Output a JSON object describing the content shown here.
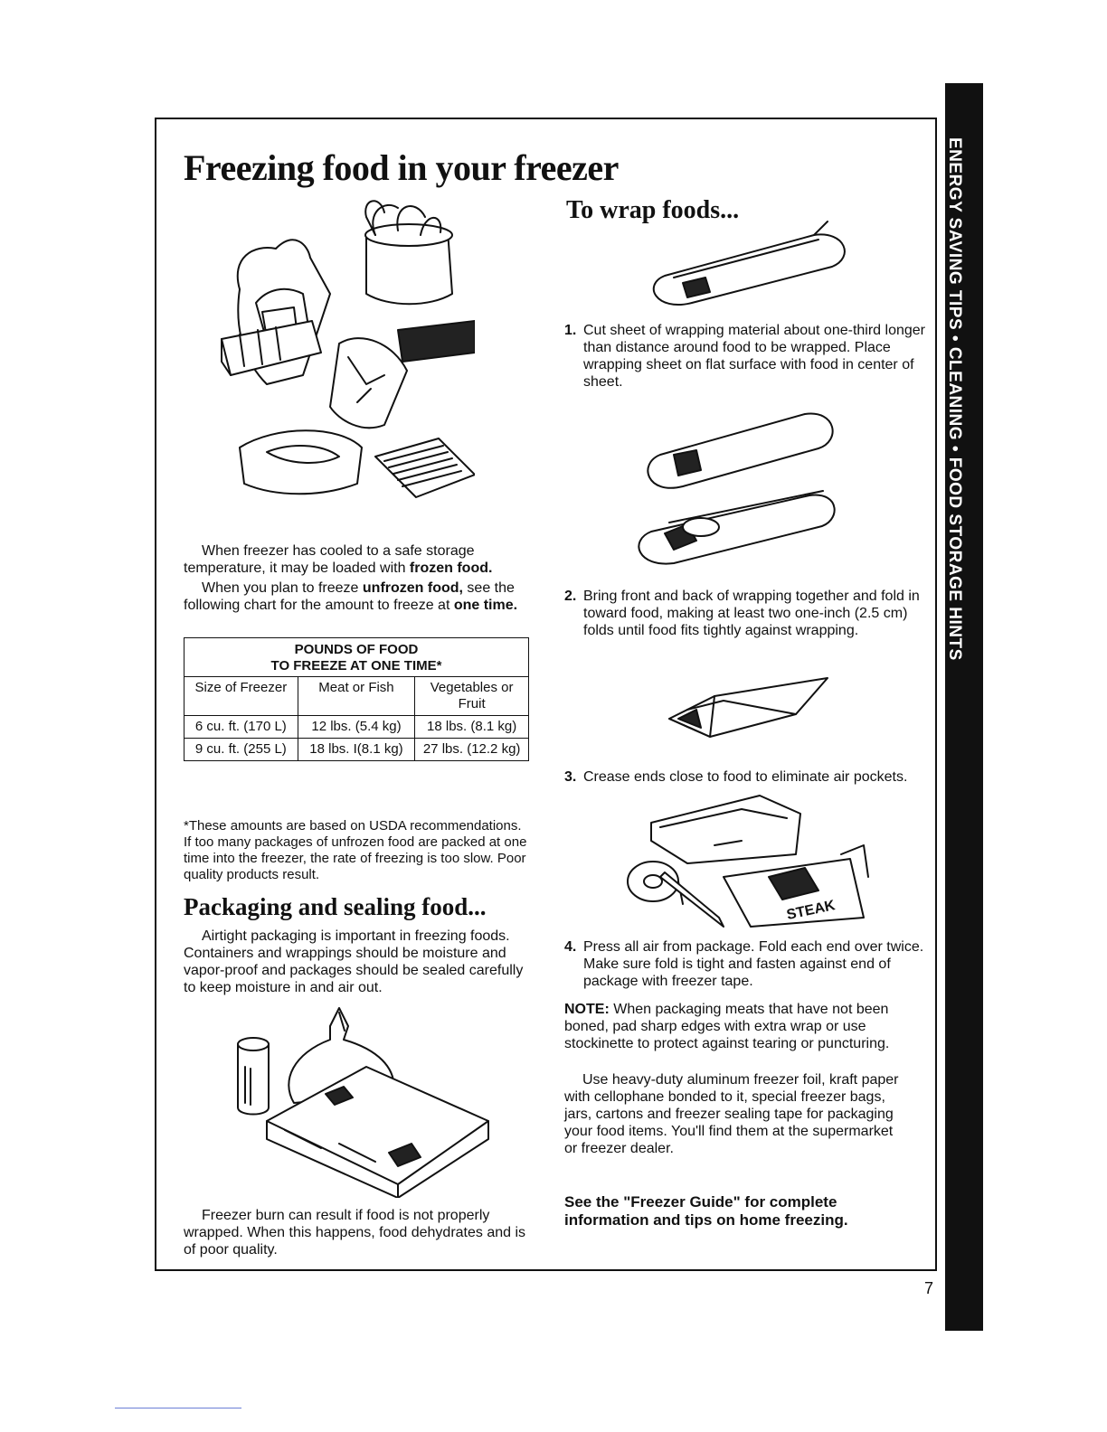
{
  "sidebar_label": "ENERGY SAVING TIPS • CLEANING • FOOD STORAGE HINTS",
  "title": "Freezing food in your freezer",
  "intro": {
    "p1_pre": "When freezer has cooled to a safe storage temperature, it may be loaded with ",
    "p1_bold": "frozen food.",
    "p2_pre": "When you plan to freeze ",
    "p2_bold": "unfrozen food,",
    "p2_mid": " see the following chart for the amount to freeze at ",
    "p2_bold2": "one time."
  },
  "table": {
    "title_line1": "POUNDS OF FOOD",
    "title_line2": "TO FREEZE AT ONE TIME*",
    "columns": [
      "Size of Freezer",
      "Meat or Fish",
      "Vegetables or Fruit"
    ],
    "rows": [
      [
        "6 cu. ft. (170 L)",
        "12 lbs. (5.4 kg)",
        "18 lbs. (8.1 kg)"
      ],
      [
        "9 cu. ft. (255 L)",
        "18 lbs. I(8.1 kg)",
        "27 lbs. (12.2 kg)"
      ]
    ]
  },
  "footnote": "*These amounts are based on USDA recommendations. If too many packages of unfrozen food are packed at one time into the freezer, the rate of freezing is too slow. Poor quality products result.",
  "packaging": {
    "heading": "Packaging and sealing food...",
    "text": "Airtight packaging is important in freezing foods. Containers and wrappings should be moisture and vapor-proof and packages should be sealed carefully to keep moisture in and air out.",
    "burn_text": "Freezer burn can result if food is not properly wrapped. When this happens, food dehydrates and is of poor quality."
  },
  "wrap": {
    "heading": "To wrap foods...",
    "steps": [
      {
        "num": "1.",
        "text": "Cut sheet of wrapping material about one-third longer than distance around food to be wrapped. Place wrapping sheet on flat surface with food in center of sheet."
      },
      {
        "num": "2.",
        "text": "Bring front and back of wrapping together and fold in toward food, making at least two one-inch (2.5 cm) folds until food fits tightly against wrapping."
      },
      {
        "num": "3.",
        "text": "Crease ends close to food to eliminate air pockets."
      },
      {
        "num": "4.",
        "text": "Press all air from package. Fold each end over twice. Make sure fold is tight and fasten against end of package with freezer tape."
      }
    ],
    "note_label": "NOTE:",
    "note_text": " When packaging meats that have not been boned, pad sharp edges with extra wrap or use stockinette to protect against tearing or puncturing.",
    "materials_text": "Use heavy-duty aluminum freezer foil, kraft paper with cellophane bonded to it, special freezer bags, jars, cartons and freezer sealing tape for packaging your food items. You'll find them at the supermarket or freezer dealer.",
    "steak_label": "STEAK"
  },
  "closing": "See the \"Freezer Guide\" for complete information and tips on home freezing.",
  "page_number": "7"
}
